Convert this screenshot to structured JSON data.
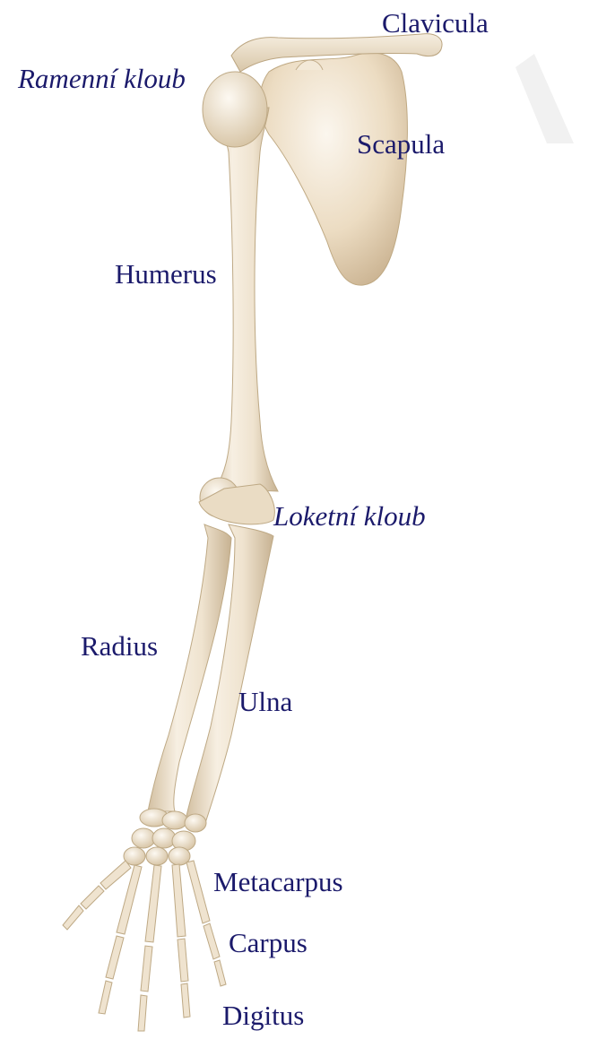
{
  "diagram": {
    "labels": {
      "clavicula": "Clavicula",
      "ramenni_kloub": "Ramenní kloub",
      "scapula": "Scapula",
      "humerus": "Humerus",
      "loketni_kloub": "Loketní kloub",
      "radius": "Radius",
      "ulna": "Ulna",
      "metacarpus": "Metacarpus",
      "carpus": "Carpus",
      "digitus": "Digitus"
    },
    "colors": {
      "label_text": "#1b1a6b",
      "bone_fill": "#efe3cf",
      "bone_shade": "#c9b596",
      "bone_light": "#faf5ec"
    }
  }
}
